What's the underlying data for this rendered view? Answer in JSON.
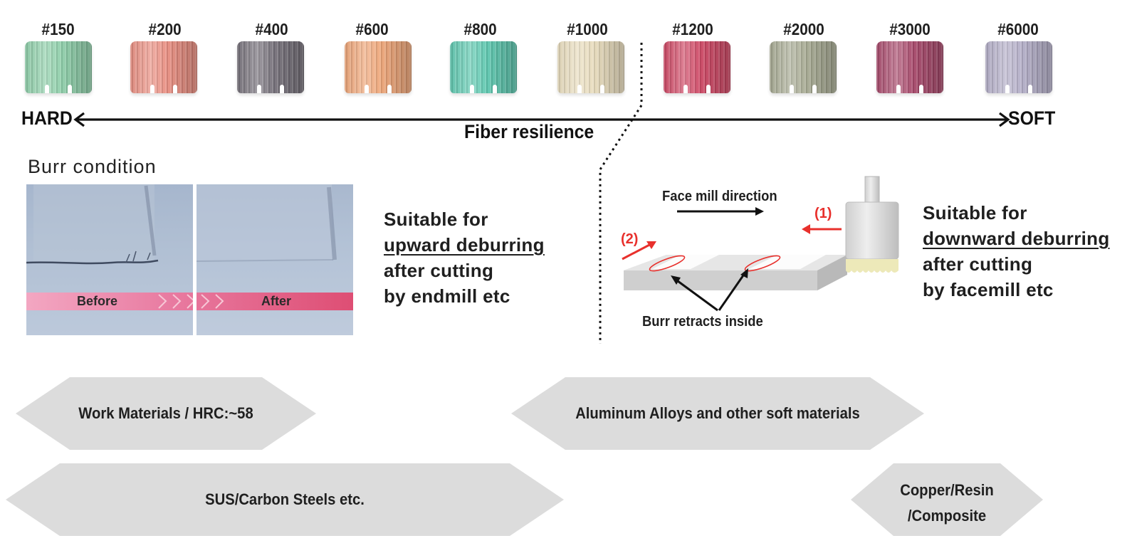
{
  "grits": [
    {
      "label": "#150",
      "color": "#8fcfaa"
    },
    {
      "label": "#200",
      "color": "#e98f82"
    },
    {
      "label": "#400",
      "color": "#76717a"
    },
    {
      "label": "#600",
      "color": "#eea679"
    },
    {
      "label": "#800",
      "color": "#5fc8b0"
    },
    {
      "label": "#1000",
      "color": "#e8dcbd"
    },
    {
      "label": "#1200",
      "color": "#cf4a66"
    },
    {
      "label": "#2000",
      "color": "#a8ab94"
    },
    {
      "label": "#3000",
      "color": "#a84a6c"
    },
    {
      "label": "#6000",
      "color": "#b4afc8"
    }
  ],
  "axis": {
    "hard": "HARD",
    "soft": "SOFT",
    "title": "Fiber resilience"
  },
  "burr": {
    "title": "Burr condition",
    "before": "Before",
    "after": "After"
  },
  "upward": {
    "line1": "Suitable for",
    "line2": "upward deburring",
    "line3": "after cutting",
    "line4": "by endmill etc"
  },
  "facemill": {
    "direction": "Face mill direction",
    "step1": "(1)",
    "step2": "(2)",
    "burr": "Burr retracts inside"
  },
  "downward": {
    "line1": "Suitable for",
    "line2": "downward deburring",
    "line3": "after cutting",
    "line4": "by facemill etc"
  },
  "materials": {
    "work": "Work Materials / HRC:~58",
    "aluminum": "Aluminum Alloys and other soft materials",
    "sus": "SUS/Carbon Steels etc.",
    "copper1": "Copper/Resin",
    "copper2": "/Composite"
  },
  "colors": {
    "hex_fill": "#dcdcdc",
    "accent_red": "#e8302c",
    "banner_pink": "#e0507a"
  }
}
